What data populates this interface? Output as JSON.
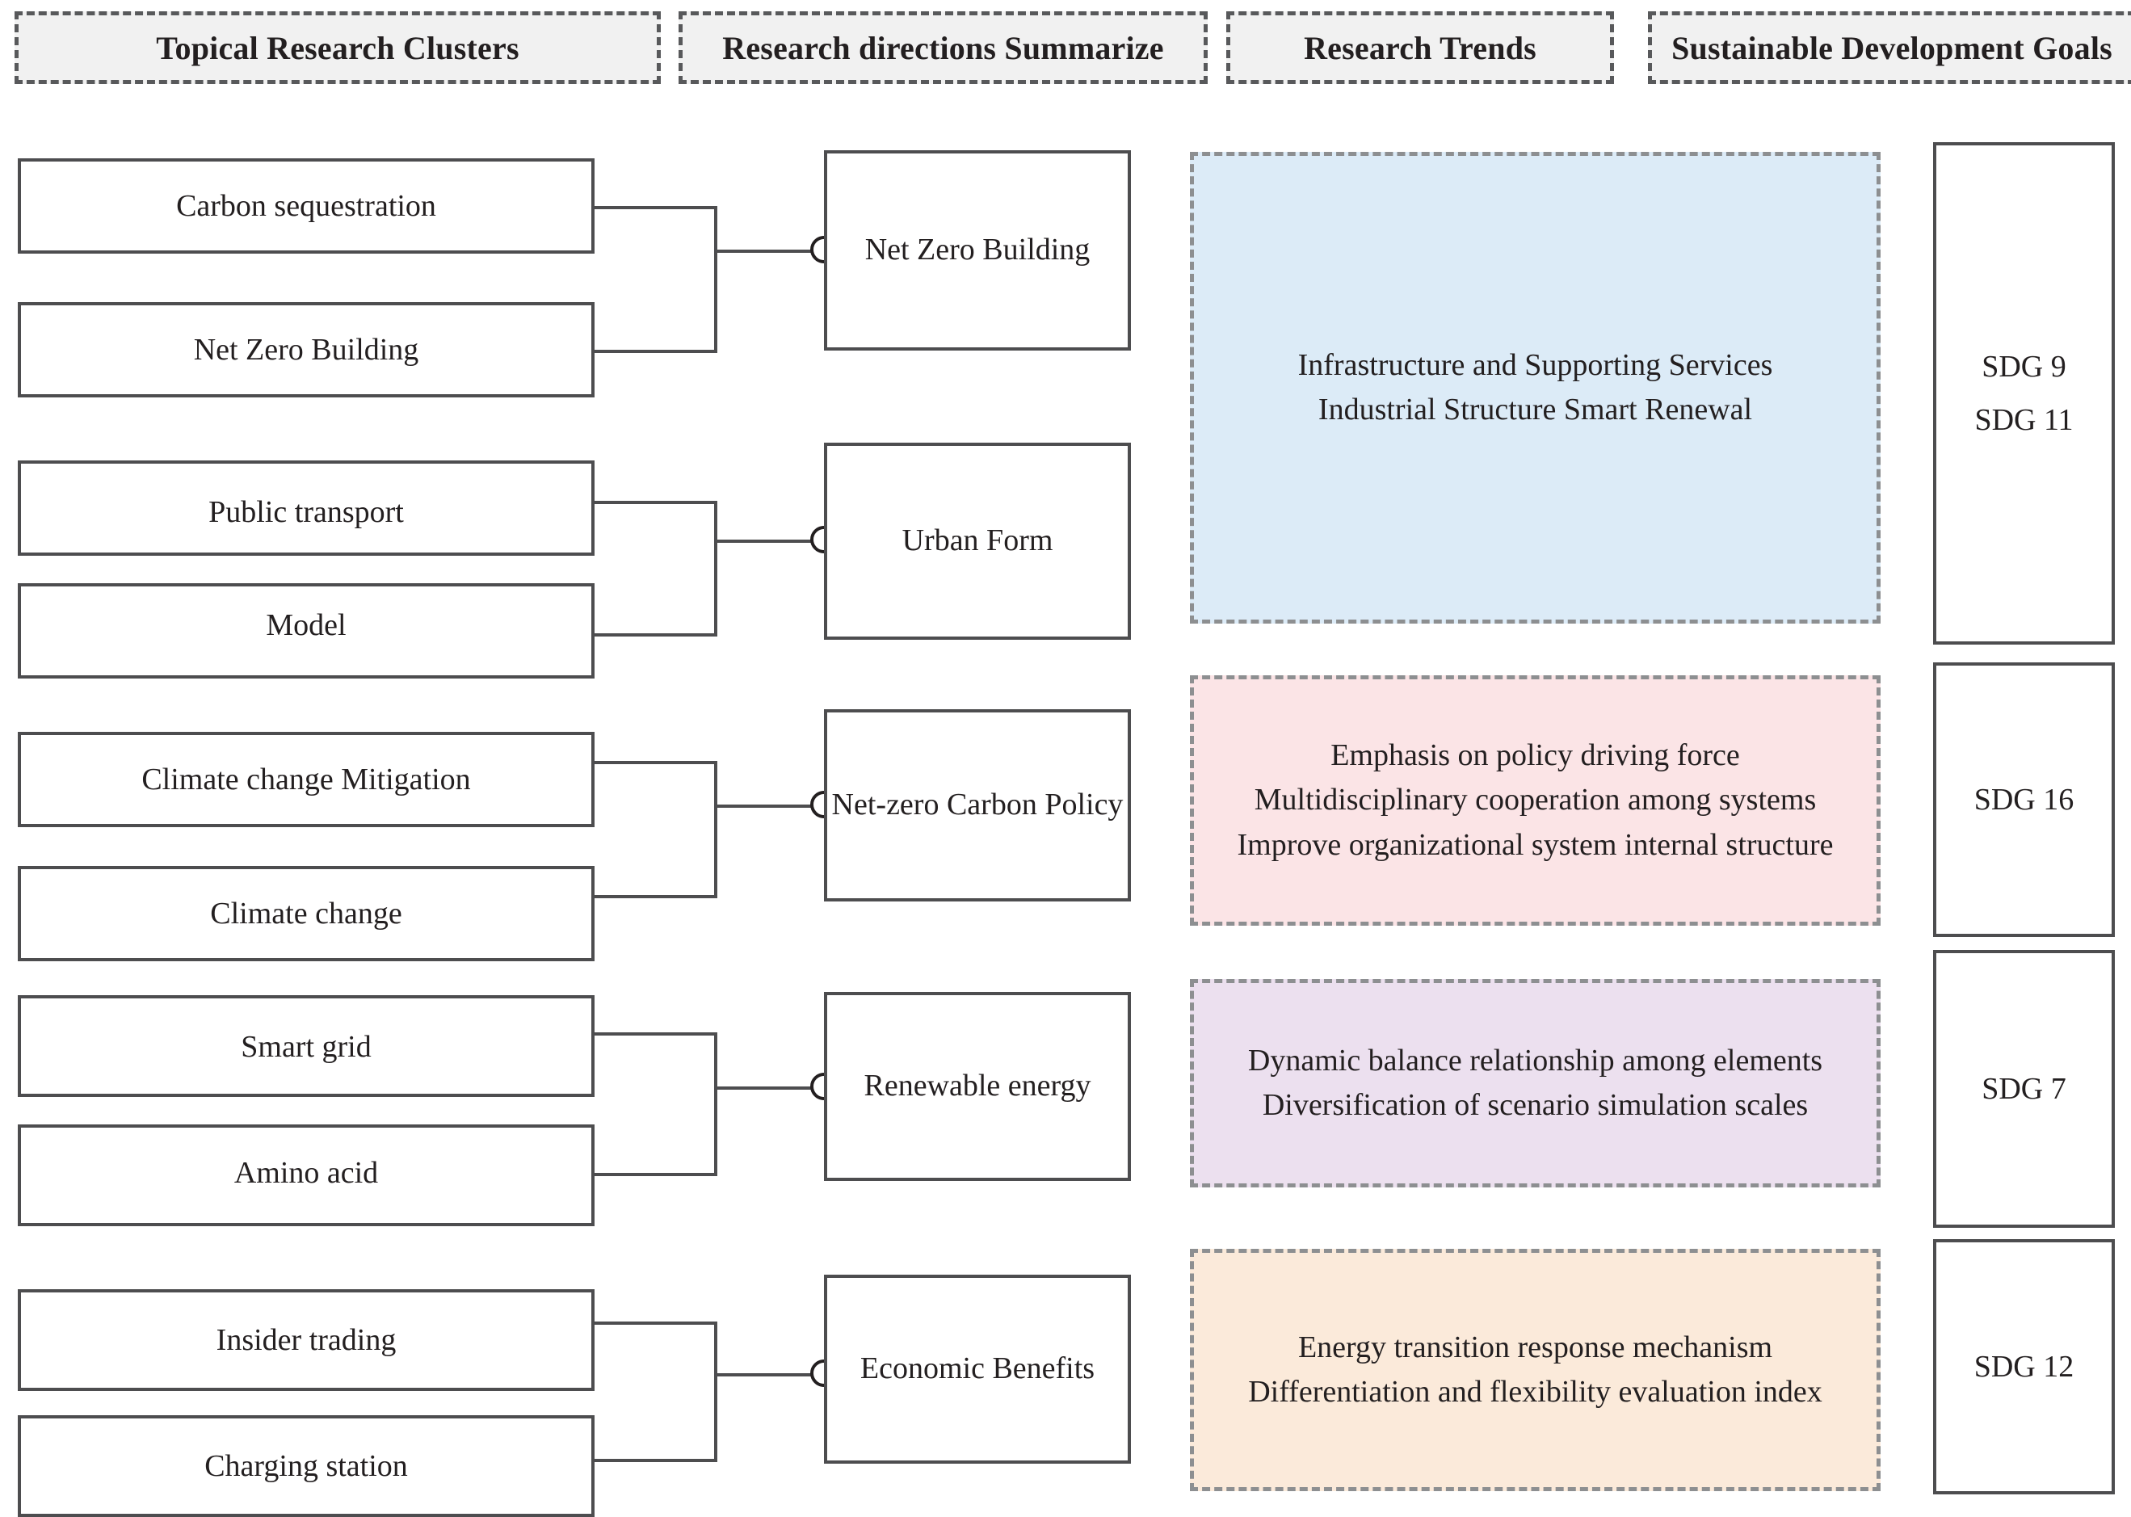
{
  "headers": [
    {
      "label": "Topical Research Clusters"
    },
    {
      "label": "Research directions Summarize"
    },
    {
      "label": "Research Trends"
    },
    {
      "label": "Sustainable Development Goals"
    }
  ],
  "clusters": [
    {
      "label": "Carbon sequestration"
    },
    {
      "label": "Net Zero Building"
    },
    {
      "label": "Public transport"
    },
    {
      "label": "Model"
    },
    {
      "label": "Climate change Mitigation"
    },
    {
      "label": "Climate change"
    },
    {
      "label": "Smart grid"
    },
    {
      "label": "Amino acid"
    },
    {
      "label": "Insider trading"
    },
    {
      "label": "Charging station"
    }
  ],
  "directions": [
    {
      "label": "Net Zero Building"
    },
    {
      "label": "Urban Form"
    },
    {
      "label": "Net-zero Carbon Policy"
    },
    {
      "label": "Renewable energy"
    },
    {
      "label": "Economic Benefits"
    }
  ],
  "trends": [
    {
      "color": "#dcebf7",
      "lines": [
        "Infrastructure and Supporting Services",
        "Industrial Structure Smart Renewal"
      ]
    },
    {
      "color": "#fbe4e6",
      "lines": [
        "Emphasis on policy driving force",
        "Multidisciplinary cooperation among systems",
        "Improve organizational system internal structure"
      ]
    },
    {
      "color": "#ece0ef",
      "lines": [
        "Dynamic balance relationship among elements",
        "Diversification of scenario simulation scales"
      ]
    },
    {
      "color": "#fbeada",
      "lines": [
        "Energy transition response mechanism",
        "Differentiation and flexibility evaluation index"
      ]
    }
  ],
  "sdgs": [
    {
      "lines": [
        "SDG 9",
        "SDG 11"
      ]
    },
    {
      "lines": [
        "SDG 16"
      ]
    },
    {
      "lines": [
        "SDG 7"
      ]
    },
    {
      "lines": [
        "SDG 12"
      ]
    }
  ],
  "palette": {
    "box_border": "#4d4d4f",
    "dashed_border": "#58595b",
    "header_fill": "#f1f1f1",
    "text": "#231f20",
    "connector": "#4d4d4f"
  }
}
